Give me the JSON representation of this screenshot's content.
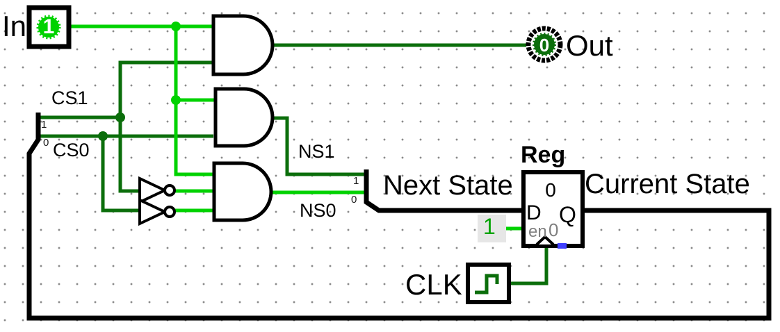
{
  "circuit": {
    "input_pin": {
      "label": "In",
      "value": "1"
    },
    "output_pin": {
      "label": "Out",
      "value": "0"
    },
    "wire_labels": {
      "cs1": "CS1",
      "cs0": "CS0",
      "ns1": "NS1",
      "ns0": "NS0",
      "next_state": "Next State",
      "current_state": "Current State"
    },
    "register": {
      "title": "Reg",
      "value": "0",
      "d_port": "D",
      "q_port": "Q",
      "en_port": "en",
      "en_value": "0"
    },
    "clock": {
      "label": "CLK"
    },
    "constant": {
      "value": "1"
    },
    "splitter_left": {
      "bit_high": "1",
      "bit_low": "0"
    },
    "splitter_right": {
      "bit_high": "1",
      "bit_low": "0"
    }
  },
  "colors": {
    "wire_high": "#00d200",
    "wire_low": "#0b6e0b",
    "bus": "#000000",
    "floating_pin": "#4040ff",
    "grid_dot": "#8a8a8a",
    "selection_background": "#e6e6e6",
    "port_text": "#808080",
    "constant_text": "#00a400"
  }
}
